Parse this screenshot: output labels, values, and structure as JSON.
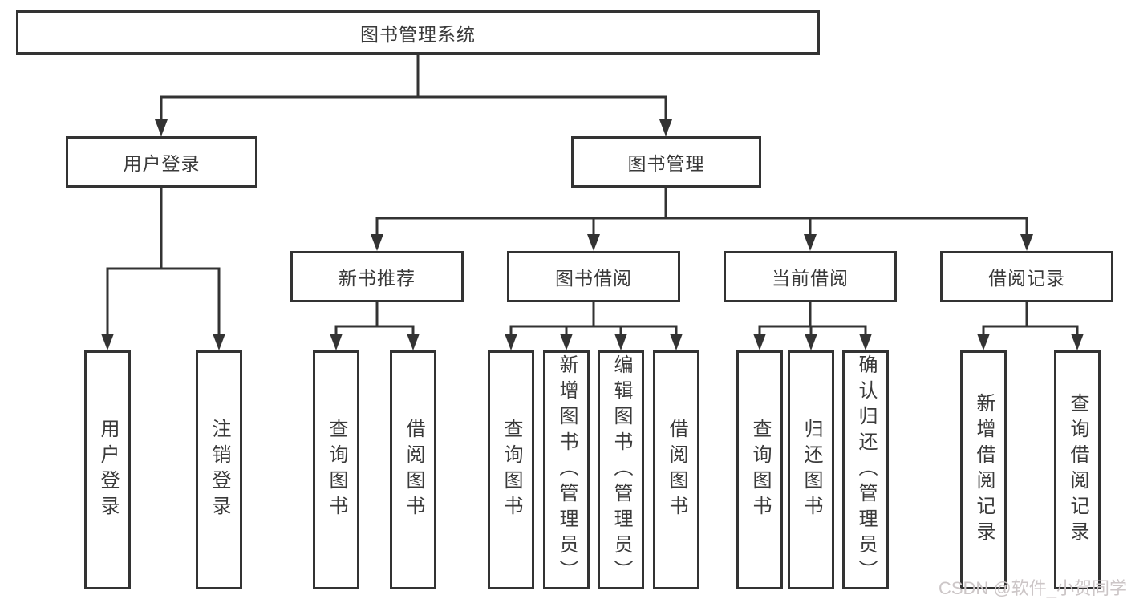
{
  "tree": {
    "root": "图书管理系统",
    "user_login": {
      "label": "用户登录",
      "children": [
        "用户登录",
        "注销登录"
      ]
    },
    "book_mgmt": {
      "label": "图书管理"
    },
    "modules": [
      {
        "label": "新书推荐",
        "children": [
          "查询图书",
          "借阅图书"
        ]
      },
      {
        "label": "图书借阅",
        "children": [
          "查询图书",
          "新增图书（管理员）",
          "编辑图书（管理员）",
          "借阅图书"
        ]
      },
      {
        "label": "当前借阅",
        "children": [
          "查询图书",
          "归还图书",
          "确认归还（管理员）"
        ]
      },
      {
        "label": "借阅记录",
        "children": [
          "新增借阅记录",
          "查询借阅记录"
        ]
      }
    ]
  },
  "watermark": "CSDN @软件_小贺同学",
  "colors": {
    "line": "#333333",
    "text": "#3a3a3a",
    "watermark": "#ccc6c7"
  }
}
